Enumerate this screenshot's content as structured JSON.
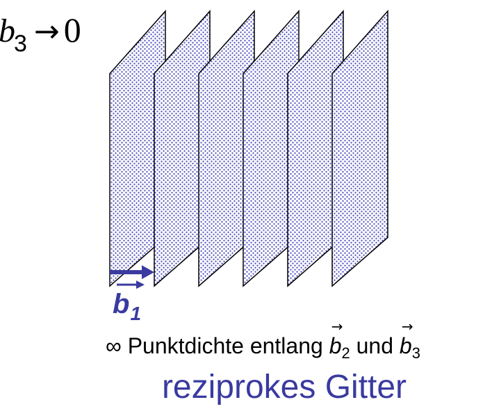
{
  "formula": {
    "text": "b₃ → 0",
    "base": "b",
    "subscript": "3",
    "arrow": "→",
    "limit": "0"
  },
  "planes": {
    "count": 6,
    "fill_color": "#3a3aa0",
    "pattern": "dotted"
  },
  "vector_b1": {
    "base": "b",
    "subscript": "1",
    "color": "#3a3aa0"
  },
  "caption": {
    "infinity": "∞",
    "text_before": "Punktdichte entlang",
    "vec1_base": "b",
    "vec1_sub": "2",
    "conjunction": "und",
    "vec2_base": "b",
    "vec2_sub": "3",
    "arrow_glyph": "→"
  },
  "title": "reziprokes Gitter"
}
